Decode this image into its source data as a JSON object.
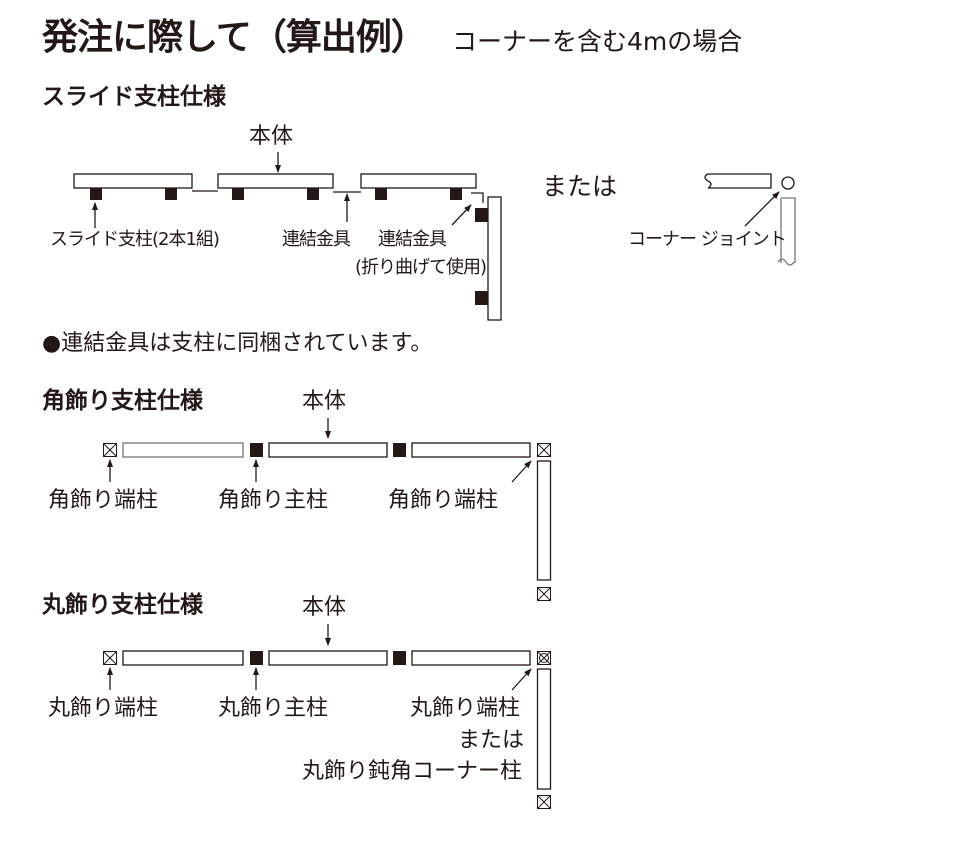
{
  "title": "発注に際して（算出例）",
  "subtitle": "コーナーを含む4mの場合",
  "slide": {
    "heading": "スライド支柱仕様",
    "body_label": "本体",
    "post_label": "スライド支柱(2本1組)",
    "connector_label": "連結金具",
    "connector_bent_label": "連結金具",
    "connector_bent_note": "(折り曲げて使用)",
    "or_label": "または",
    "corner_joint_label": "コーナー ジョイント",
    "note": "●連結金具は支柱に同梱されています。"
  },
  "square": {
    "heading": "角飾り支柱仕様",
    "body_label": "本体",
    "end_post_label": "角飾り端柱",
    "main_post_label": "角飾り主柱",
    "end_post_label_2": "角飾り端柱"
  },
  "round": {
    "heading": "丸飾り支柱仕様",
    "body_label": "本体",
    "end_post_label": "丸飾り端柱",
    "main_post_label": "丸飾り主柱",
    "end_post_label_2": "丸飾り端柱",
    "or_label": "または",
    "obtuse_corner_label": "丸飾り鈍角コーナー柱"
  }
}
